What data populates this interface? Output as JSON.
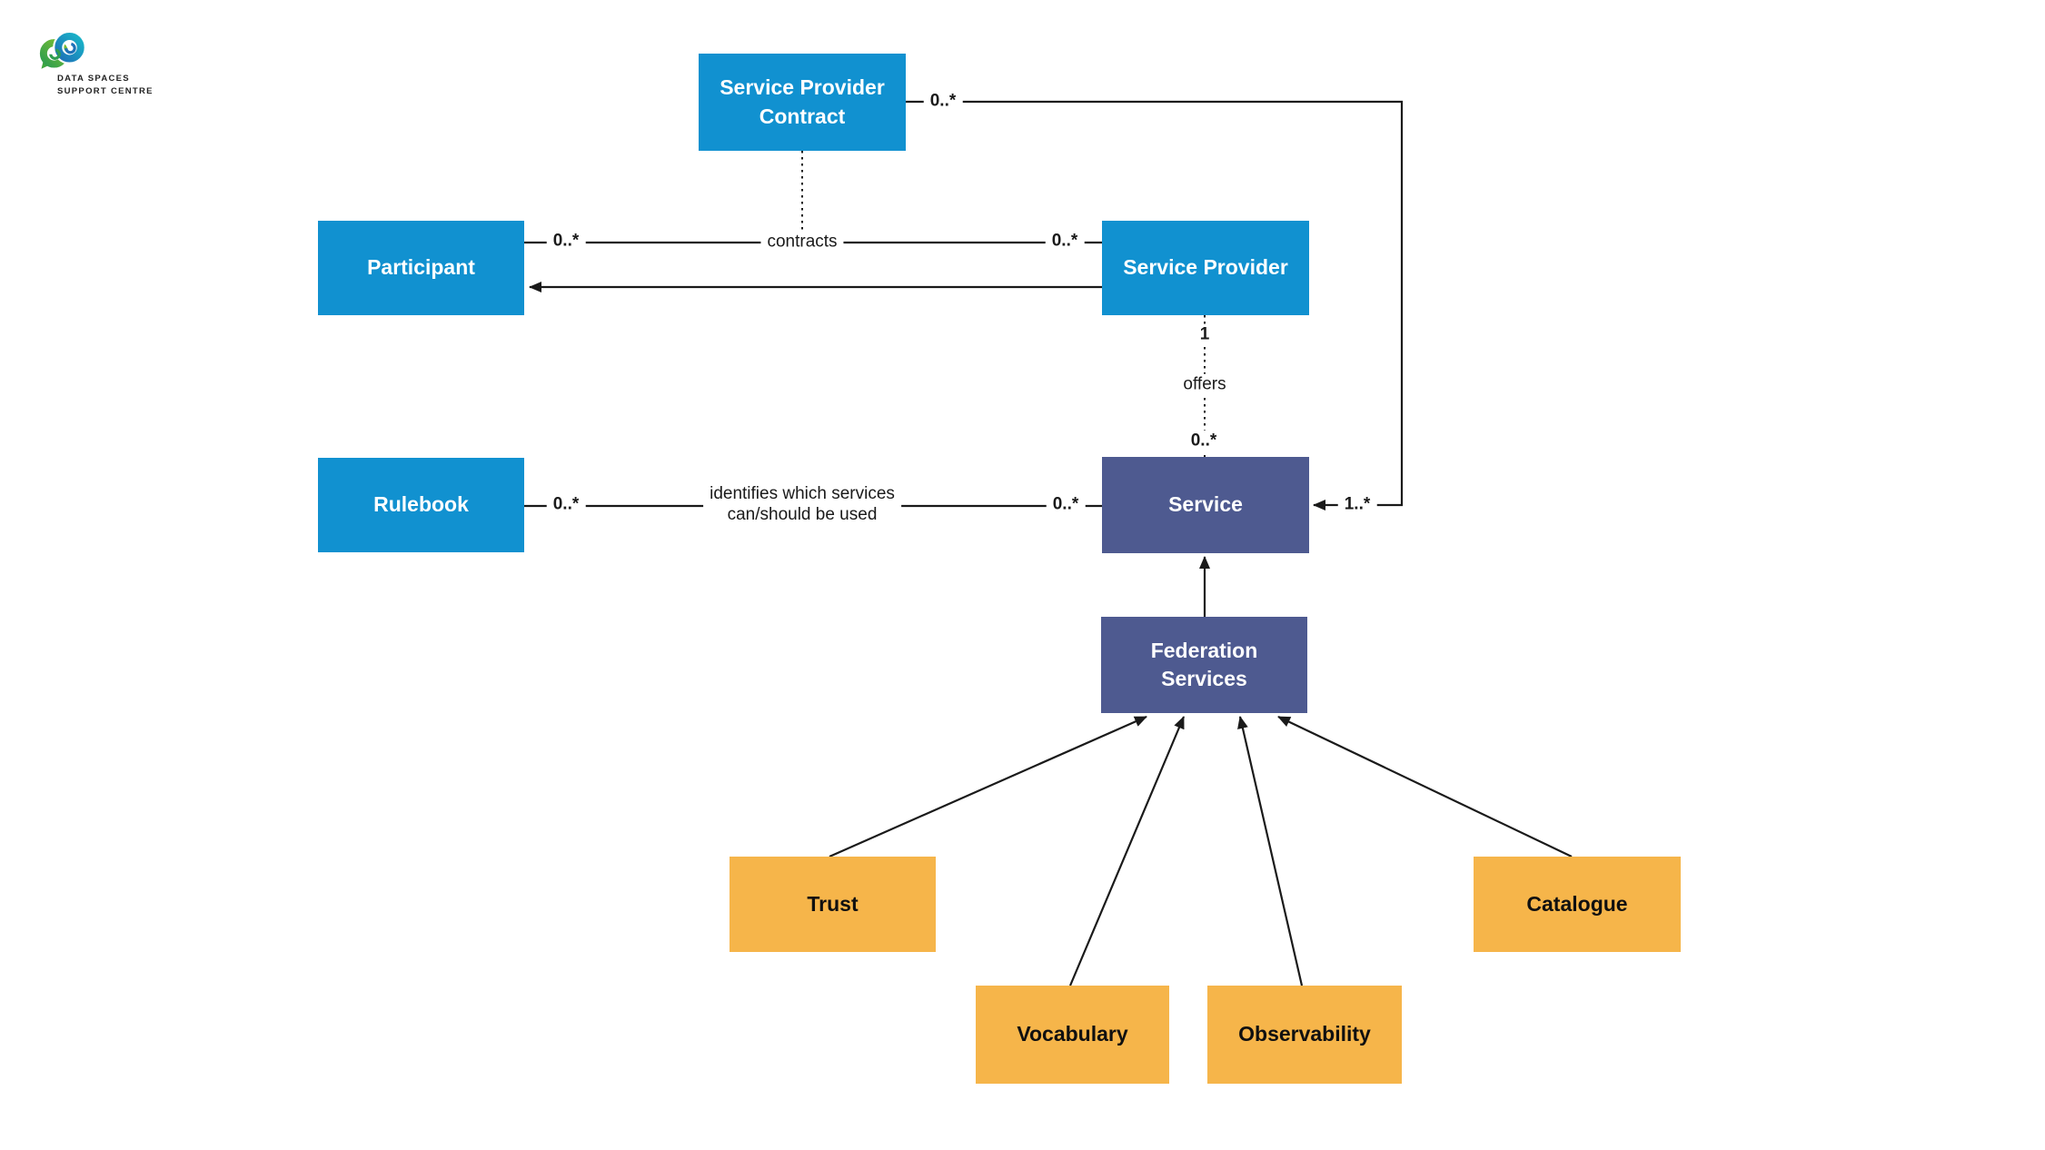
{
  "logo": {
    "icon": "dssc-swirl-logo",
    "line1": "DATA SPACES",
    "line2": "SUPPORT CENTRE"
  },
  "boxes": {
    "service_provider_contract": {
      "label": "Service Provider Contract"
    },
    "participant": {
      "label": "Participant"
    },
    "service_provider": {
      "label": "Service Provider"
    },
    "rulebook": {
      "label": "Rulebook"
    },
    "service": {
      "label": "Service"
    },
    "federation_services": {
      "label": "Federation Services"
    },
    "trust": {
      "label": "Trust"
    },
    "vocabulary": {
      "label": "Vocabulary"
    },
    "observability": {
      "label": "Observability"
    },
    "catalogue": {
      "label": "Catalogue"
    }
  },
  "edge_labels": {
    "contract_to_service_mult": "0..*",
    "participant_mult": "0..*",
    "contracts": "contracts",
    "service_provider_mult": "0..*",
    "offers_source_mult": "1",
    "offers": "offers",
    "offers_target_mult": "0..*",
    "rulebook_mult": "0..*",
    "identifies_line1": "identifies which services",
    "identifies_line2": "can/should be used",
    "service_left_mult": "0..*",
    "service_to_contract_mult": "1..*"
  },
  "colors": {
    "box_blue": "#1191d0",
    "box_purple": "#4e5a90",
    "box_orange": "#f6b54a",
    "line": "#1a1a1a"
  }
}
